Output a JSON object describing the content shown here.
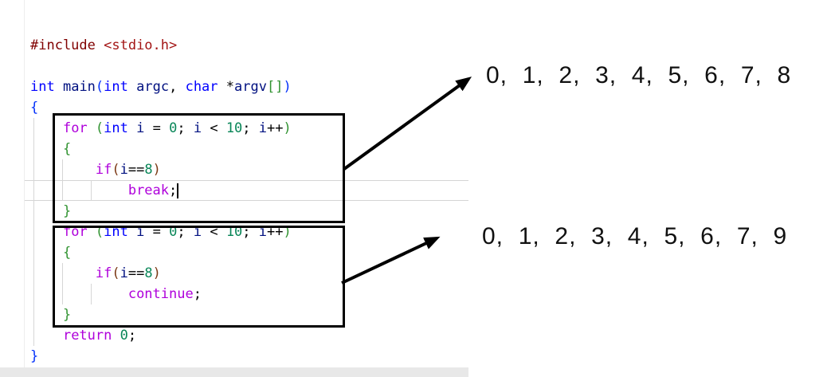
{
  "palette": {
    "keyword": "#AF00DB",
    "type": "#0000FF",
    "number": "#098658",
    "variable": "#001080",
    "preprocessor": "#800000",
    "header": "#A31515",
    "plain": "#000000",
    "bracket1": "#0431FA",
    "bracket2": "#319331",
    "bracket3": "#7B3814",
    "guide": "#D6D6D6",
    "currentline": "#D4D4D4",
    "boxborder": "#000000"
  },
  "editor": {
    "lines": [
      [
        [
          "#include ",
          "pre"
        ],
        [
          "<stdio.h>",
          "str"
        ]
      ],
      [],
      [
        [
          "int",
          "typ"
        ],
        [
          " ",
          "pln"
        ],
        [
          "main",
          "var"
        ],
        [
          "(",
          "br1"
        ],
        [
          "int",
          "typ"
        ],
        [
          " ",
          "pln"
        ],
        [
          "argc",
          "var"
        ],
        [
          ", ",
          "pln"
        ],
        [
          "char",
          "typ"
        ],
        [
          " *",
          "pln"
        ],
        [
          "argv",
          "var"
        ],
        [
          "[]",
          "br2"
        ],
        [
          ")",
          "br1"
        ]
      ],
      [
        [
          "{",
          "br1"
        ]
      ],
      [
        [
          "    ",
          "pln"
        ],
        [
          "for",
          "kw"
        ],
        [
          " ",
          "pln"
        ],
        [
          "(",
          "br2"
        ],
        [
          "int",
          "typ"
        ],
        [
          " ",
          "pln"
        ],
        [
          "i",
          "var"
        ],
        [
          " = ",
          "pln"
        ],
        [
          "0",
          "num"
        ],
        [
          "; ",
          "pln"
        ],
        [
          "i",
          "var"
        ],
        [
          " < ",
          "pln"
        ],
        [
          "10",
          "num"
        ],
        [
          "; ",
          "pln"
        ],
        [
          "i",
          "var"
        ],
        [
          "++",
          "pln"
        ],
        [
          ")",
          "br2"
        ]
      ],
      [
        [
          "    ",
          "pln"
        ],
        [
          "{",
          "br2"
        ]
      ],
      [
        [
          "        ",
          "pln"
        ],
        [
          "if",
          "kw"
        ],
        [
          "(",
          "br3"
        ],
        [
          "i",
          "var"
        ],
        [
          "==",
          "pln"
        ],
        [
          "8",
          "num"
        ],
        [
          ")",
          "br3"
        ]
      ],
      [
        [
          "            ",
          "pln"
        ],
        [
          "break",
          "kw"
        ],
        [
          ";",
          "pln"
        ]
      ],
      [
        [
          "    ",
          "pln"
        ],
        [
          "}",
          "br2"
        ]
      ],
      [
        [
          "    ",
          "pln"
        ],
        [
          "for",
          "kw"
        ],
        [
          " ",
          "pln"
        ],
        [
          "(",
          "br2"
        ],
        [
          "int",
          "typ"
        ],
        [
          " ",
          "pln"
        ],
        [
          "i",
          "var"
        ],
        [
          " = ",
          "pln"
        ],
        [
          "0",
          "num"
        ],
        [
          "; ",
          "pln"
        ],
        [
          "i",
          "var"
        ],
        [
          " < ",
          "pln"
        ],
        [
          "10",
          "num"
        ],
        [
          "; ",
          "pln"
        ],
        [
          "i",
          "var"
        ],
        [
          "++",
          "pln"
        ],
        [
          ")",
          "br2"
        ]
      ],
      [
        [
          "    ",
          "pln"
        ],
        [
          "{",
          "br2"
        ]
      ],
      [
        [
          "        ",
          "pln"
        ],
        [
          "if",
          "kw"
        ],
        [
          "(",
          "br3"
        ],
        [
          "i",
          "var"
        ],
        [
          "==",
          "pln"
        ],
        [
          "8",
          "num"
        ],
        [
          ")",
          "br3"
        ]
      ],
      [
        [
          "            ",
          "pln"
        ],
        [
          "continue",
          "kw"
        ],
        [
          ";",
          "pln"
        ]
      ],
      [
        [
          "    ",
          "pln"
        ],
        [
          "}",
          "br2"
        ]
      ],
      [
        [
          "    ",
          "pln"
        ],
        [
          "return",
          "kw"
        ],
        [
          " ",
          "pln"
        ],
        [
          "0",
          "num"
        ],
        [
          ";",
          "pln"
        ]
      ],
      [
        [
          "}",
          "br1"
        ]
      ]
    ]
  },
  "annotations": {
    "break_output": "0,  1,  2,  3,  4,  5,  6,  7,  8",
    "continue_output": "0,  1,  2,  3,  4,  5,  6,  7,  9"
  }
}
